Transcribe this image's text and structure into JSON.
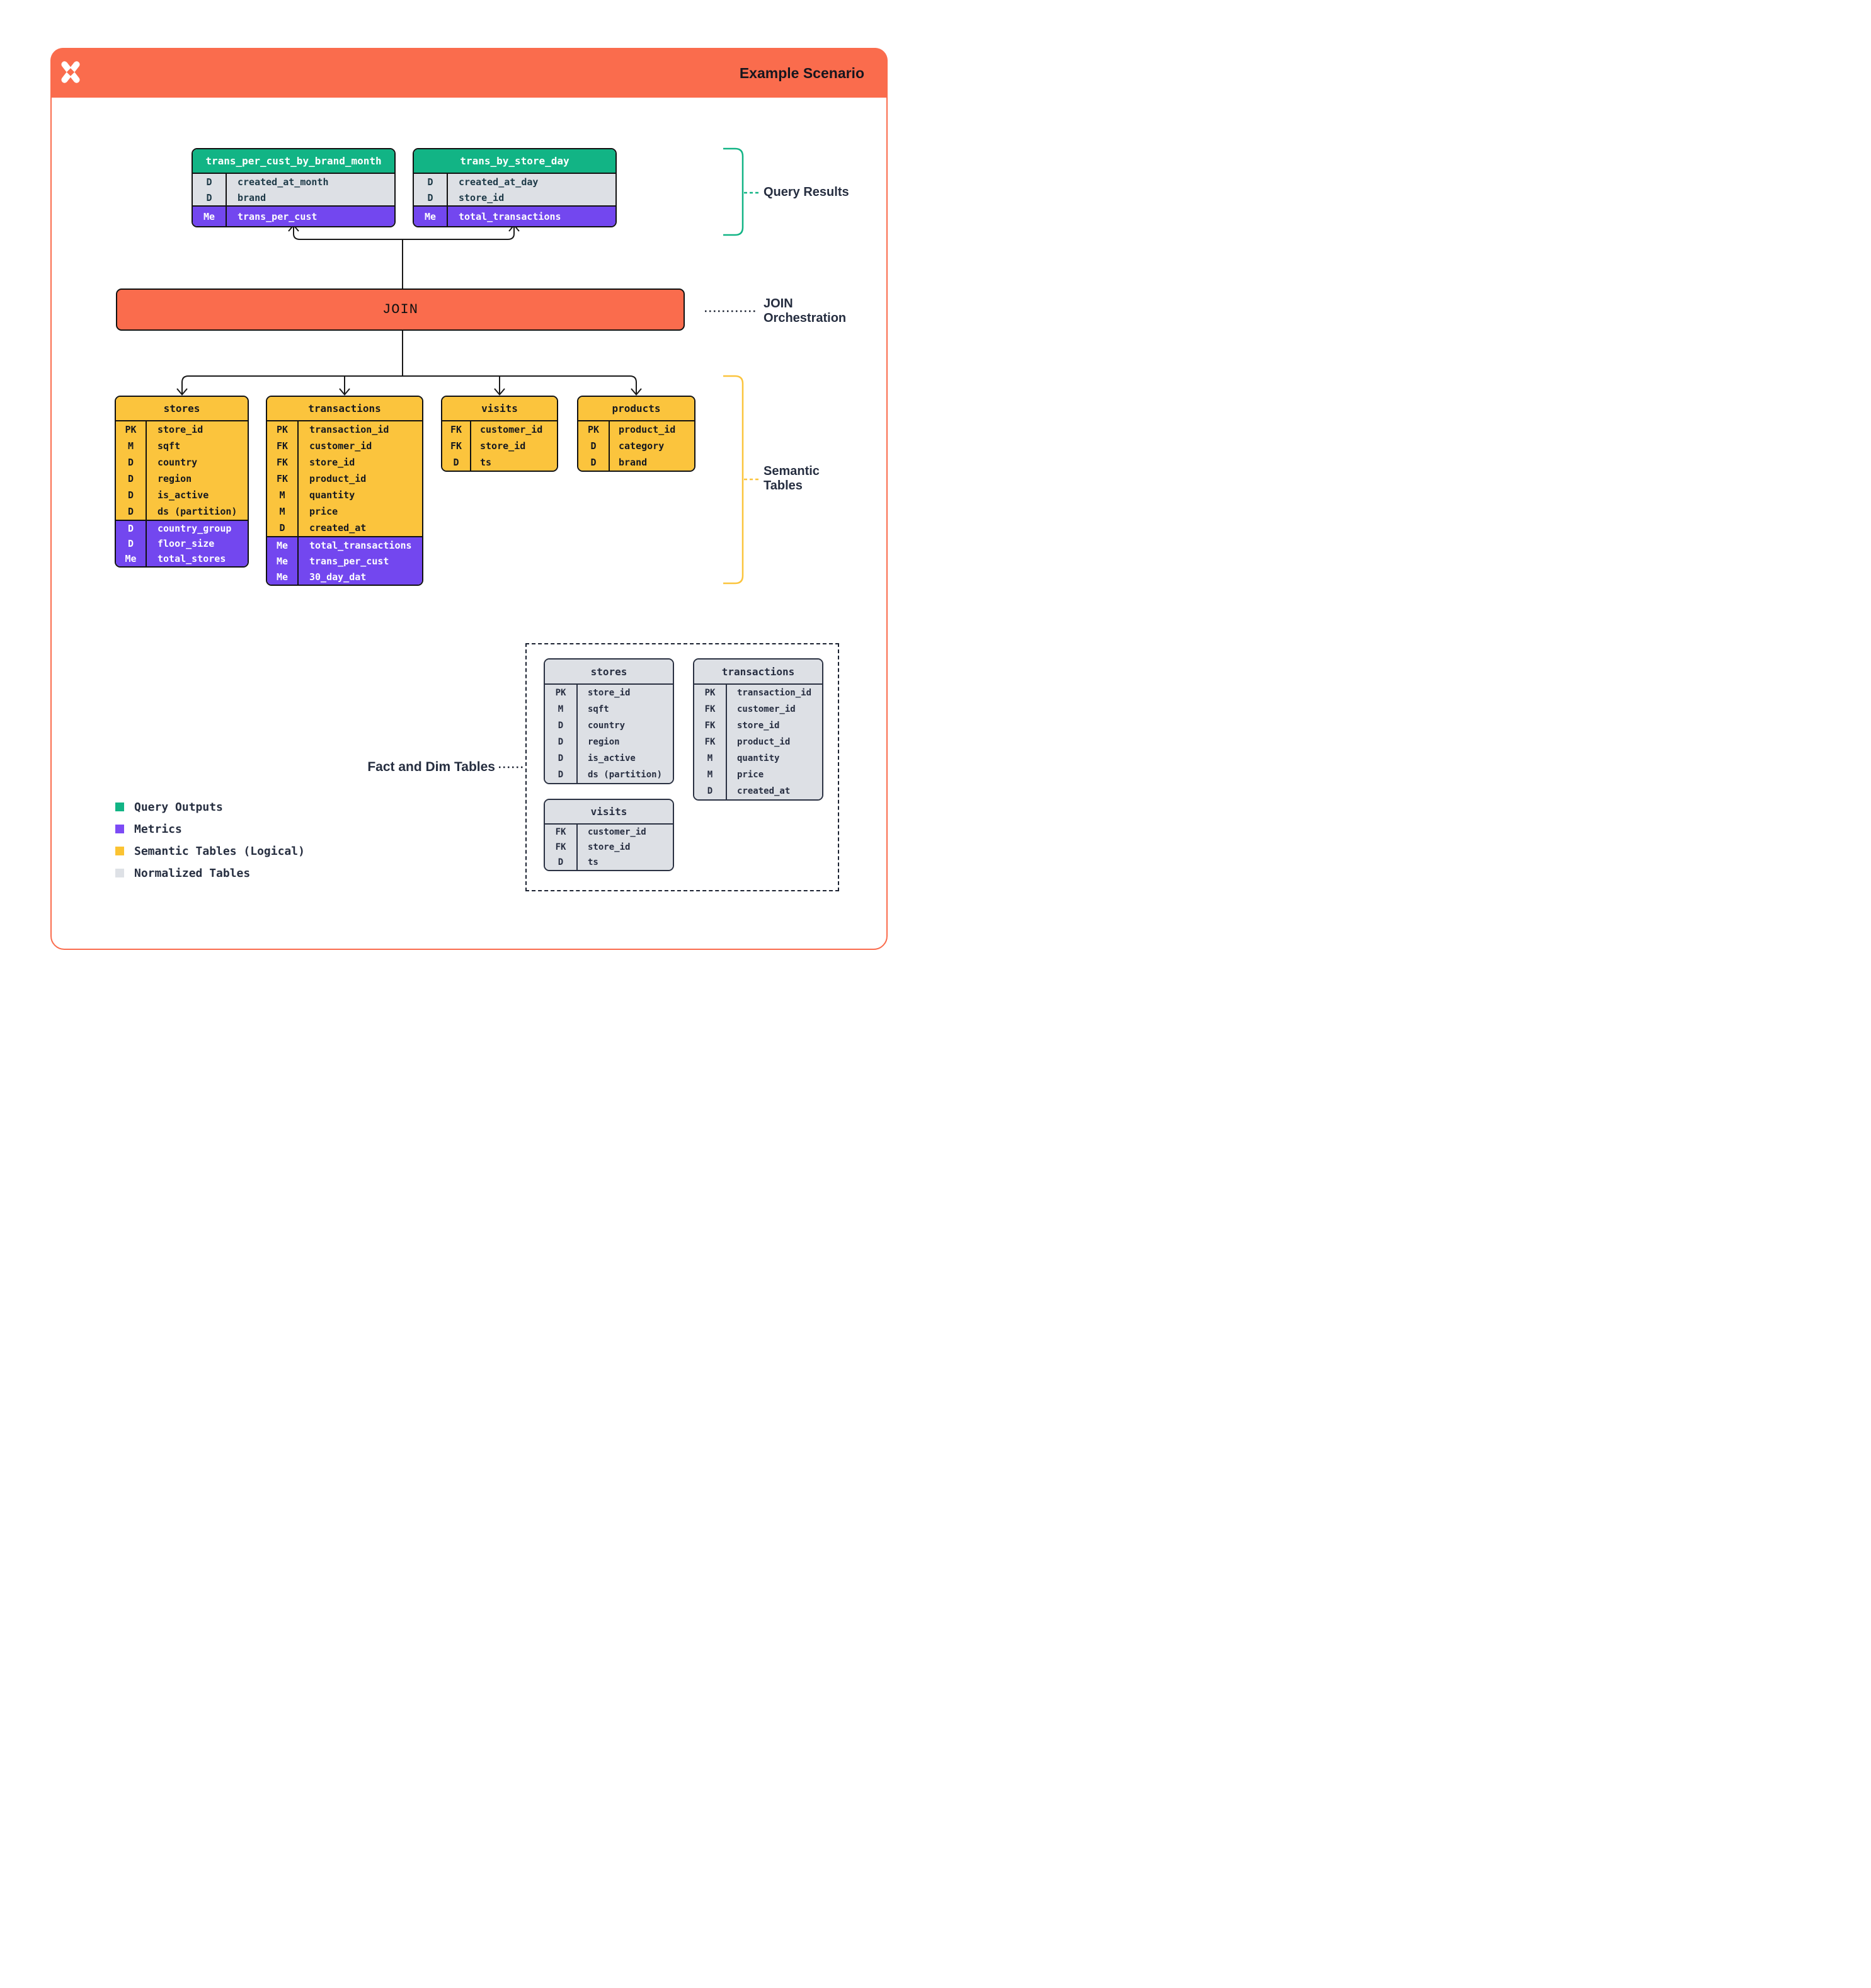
{
  "header": {
    "title": "Example Scenario"
  },
  "join": {
    "label": "JOIN"
  },
  "annotations": {
    "query_results": "Query Results",
    "join_orch_1": "JOIN",
    "join_orch_2": "Orchestration",
    "semantic_1": "Semantic",
    "semantic_2": "Tables",
    "fact_dim": "Fact and Dim Tables"
  },
  "query_result_tables": [
    {
      "title": "trans_per_cust_by_brand_month",
      "dims": [
        {
          "k": "D",
          "v": "created_at_month"
        },
        {
          "k": "D",
          "v": "brand"
        }
      ],
      "metrics": [
        {
          "k": "Me",
          "v": "trans_per_cust"
        }
      ]
    },
    {
      "title": "trans_by_store_day",
      "dims": [
        {
          "k": "D",
          "v": "created_at_day"
        },
        {
          "k": "D",
          "v": "store_id"
        }
      ],
      "metrics": [
        {
          "k": "Me",
          "v": "total_transactions"
        }
      ]
    }
  ],
  "semantic_tables": [
    {
      "title": "stores",
      "base": [
        {
          "k": "PK",
          "v": "store_id"
        },
        {
          "k": "M",
          "v": "sqft"
        },
        {
          "k": "D",
          "v": "country"
        },
        {
          "k": "D",
          "v": "region"
        },
        {
          "k": "D",
          "v": "is_active"
        },
        {
          "k": "D",
          "v": "ds (partition)"
        }
      ],
      "metrics": [
        {
          "k": "D",
          "v": "country_group"
        },
        {
          "k": "D",
          "v": "floor_size"
        },
        {
          "k": "Me",
          "v": "total_stores"
        }
      ]
    },
    {
      "title": "transactions",
      "base": [
        {
          "k": "PK",
          "v": "transaction_id"
        },
        {
          "k": "FK",
          "v": "customer_id"
        },
        {
          "k": "FK",
          "v": "store_id"
        },
        {
          "k": "FK",
          "v": "product_id"
        },
        {
          "k": "M",
          "v": "quantity"
        },
        {
          "k": "M",
          "v": "price"
        },
        {
          "k": "D",
          "v": "created_at"
        }
      ],
      "metrics": [
        {
          "k": "Me",
          "v": "total_transactions"
        },
        {
          "k": "Me",
          "v": "trans_per_cust"
        },
        {
          "k": "Me",
          "v": "30_day_dat"
        }
      ]
    },
    {
      "title": "visits",
      "base": [
        {
          "k": "FK",
          "v": "customer_id"
        },
        {
          "k": "FK",
          "v": "store_id"
        },
        {
          "k": "D",
          "v": "ts"
        }
      ],
      "metrics": []
    },
    {
      "title": "products",
      "base": [
        {
          "k": "PK",
          "v": "product_id"
        },
        {
          "k": "D",
          "v": "category"
        },
        {
          "k": "D",
          "v": "brand"
        }
      ],
      "metrics": []
    }
  ],
  "normalized_tables": [
    {
      "title": "stores",
      "rows": [
        {
          "k": "PK",
          "v": "store_id"
        },
        {
          "k": "M",
          "v": "sqft"
        },
        {
          "k": "D",
          "v": "country"
        },
        {
          "k": "D",
          "v": "region"
        },
        {
          "k": "D",
          "v": "is_active"
        },
        {
          "k": "D",
          "v": "ds (partition)"
        }
      ]
    },
    {
      "title": "transactions",
      "rows": [
        {
          "k": "PK",
          "v": "transaction_id"
        },
        {
          "k": "FK",
          "v": "customer_id"
        },
        {
          "k": "FK",
          "v": "store_id"
        },
        {
          "k": "FK",
          "v": "product_id"
        },
        {
          "k": "M",
          "v": "quantity"
        },
        {
          "k": "M",
          "v": "price"
        },
        {
          "k": "D",
          "v": "created_at"
        }
      ]
    },
    {
      "title": "visits",
      "rows": [
        {
          "k": "FK",
          "v": "customer_id"
        },
        {
          "k": "FK",
          "v": "store_id"
        },
        {
          "k": "D",
          "v": "ts"
        }
      ]
    }
  ],
  "legend": [
    {
      "label": "Query Outputs",
      "color": "#12B485"
    },
    {
      "label": "Metrics",
      "color": "#7C4BF5"
    },
    {
      "label": "Semantic Tables (Logical)",
      "color": "#FBC332"
    },
    {
      "label": "Normalized Tables",
      "color": "#DEE1E6"
    }
  ],
  "colors": {
    "brand_orange": "#FA6C4D",
    "query_output_green": "#12B485",
    "metric_purple": "#7347EF",
    "semantic_yellow": "#FBC43D",
    "normalized_gray": "#DDE0E5",
    "label_navy": "#262E40"
  }
}
